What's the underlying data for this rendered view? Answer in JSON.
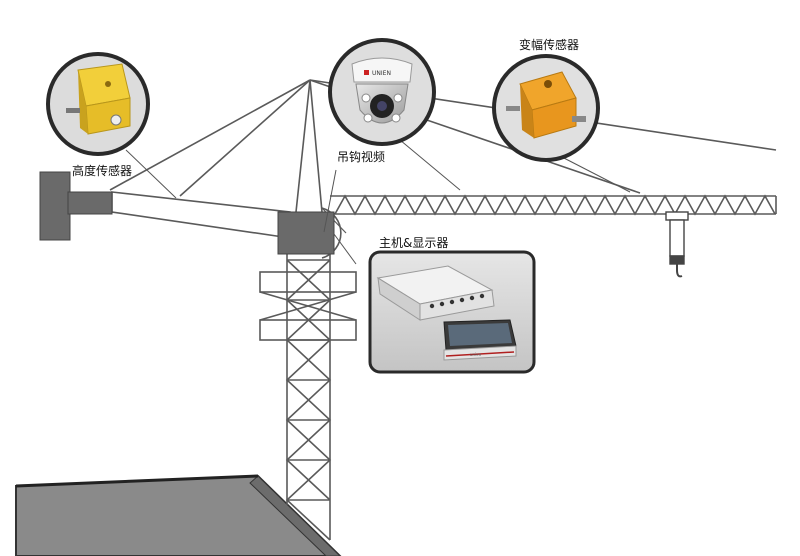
{
  "labels": {
    "height_sensor": "高度传感器",
    "amplitude_sensor": "变幅传感器",
    "hook_video": "吊钩视频",
    "host_display": "主机&显示器",
    "camera_brand": "UNIEN",
    "display_brand": "unien"
  },
  "colors": {
    "line": "#5a5a5a",
    "structure_fill": "#ffffff",
    "counterweight": "#6a6a6a",
    "roof": "#8a8a8a",
    "sensor_yellow": "#f2cf3a",
    "sensor_orange": "#f0a52b",
    "camera_white": "#f4f4f4",
    "panel_bg": "#d7d7d7"
  },
  "icons": {
    "height_sensor": "limit-switch-yellow",
    "amplitude_sensor": "limit-switch-orange",
    "hook_video": "dome-camera",
    "host": "controller-box",
    "display": "touch-display"
  }
}
